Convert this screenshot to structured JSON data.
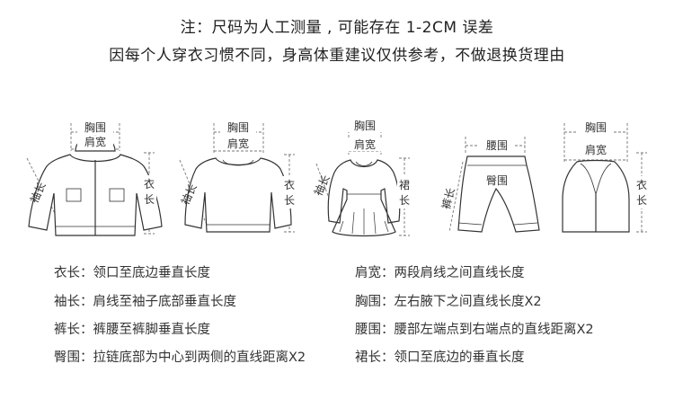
{
  "notes": {
    "line1": "注：尺码为人工测量 , 可能存在 1-2CM 误差",
    "line2": "因每个人穿衣习惯不同，身高体重建议仅供参考，不做退换货理由"
  },
  "diagram_labels": {
    "jacket": {
      "chest": "胸围",
      "shoulder": "肩宽",
      "sleeve": "袖长",
      "length": "衣长"
    },
    "sweater": {
      "chest": "胸围",
      "shoulder": "肩宽",
      "sleeve": "袖长",
      "length": "衣长"
    },
    "dress": {
      "chest": "胸围",
      "shoulder": "肩宽",
      "sleeve": "袖长",
      "length": "裙长"
    },
    "pants": {
      "waist": "腰围",
      "hip": "臀围",
      "length": "裤长"
    },
    "vest": {
      "chest": "胸围",
      "shoulder": "肩宽",
      "length": "衣长"
    }
  },
  "definitions": {
    "left": [
      {
        "term": "衣长：",
        "desc": "领口至底边垂直长度"
      },
      {
        "term": "袖长：",
        "desc": "肩线至袖子底部垂直长度"
      },
      {
        "term": "裤长：",
        "desc": "裤腰至裤脚垂直长度"
      },
      {
        "term": "臀围：",
        "desc": "拉链底部为中心到两侧的直线距离X2"
      }
    ],
    "right": [
      {
        "term": "肩宽：",
        "desc": "两段肩线之间直线长度"
      },
      {
        "term": "胸围：",
        "desc": "左右腋下之间直线长度X2"
      },
      {
        "term": "腰围：",
        "desc": "腰部左端点到右端点的直线距离X2"
      },
      {
        "term": "裙长：",
        "desc": "领口至底边的垂直长度"
      }
    ]
  }
}
